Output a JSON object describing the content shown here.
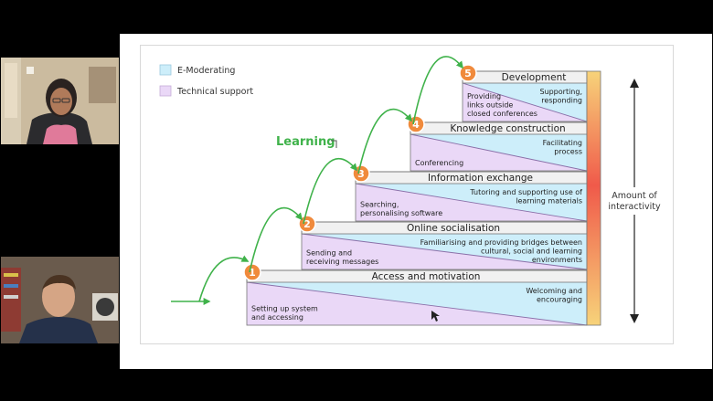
{
  "participants": [
    {
      "role": "participant",
      "icon": "person-video"
    },
    {
      "role": "participant",
      "icon": "person-video"
    }
  ],
  "diagram": {
    "legend": [
      {
        "label": "E-Moderating",
        "color": "#cdeefa"
      },
      {
        "label": "Technical support",
        "color": "#ead8f7"
      }
    ],
    "learning_label": "Learning",
    "amount_label": [
      "Amount of",
      "interactivity"
    ],
    "stages": [
      {
        "number": "1",
        "title": "Access and motivation",
        "moderating": [
          "Welcoming and",
          "encouraging"
        ],
        "support": [
          "Setting up system",
          "and accessing"
        ]
      },
      {
        "number": "2",
        "title": "Online socialisation",
        "moderating": [
          "Familiarising and providing bridges between",
          "cultural, social and learning",
          "environments"
        ],
        "support": [
          "Sending and",
          "receiving messages"
        ]
      },
      {
        "number": "3",
        "title": "Information exchange",
        "moderating": [
          "Tutoring and supporting use of",
          "learning materials"
        ],
        "support": [
          "Searching,",
          "personalising software"
        ]
      },
      {
        "number": "4",
        "title": "Knowledge construction",
        "moderating": [
          "Facilitating",
          "process"
        ],
        "support": [
          "Conferencing"
        ]
      },
      {
        "number": "5",
        "title": "Development",
        "moderating": [
          "Supporting,",
          "responding"
        ],
        "support": [
          "Providing",
          "links outside",
          "closed conferences"
        ]
      }
    ],
    "colors": {
      "header": "#f1f1f1",
      "badge": "#f08a3c",
      "arrow": "#3fb24a",
      "outline": "#777777"
    }
  }
}
